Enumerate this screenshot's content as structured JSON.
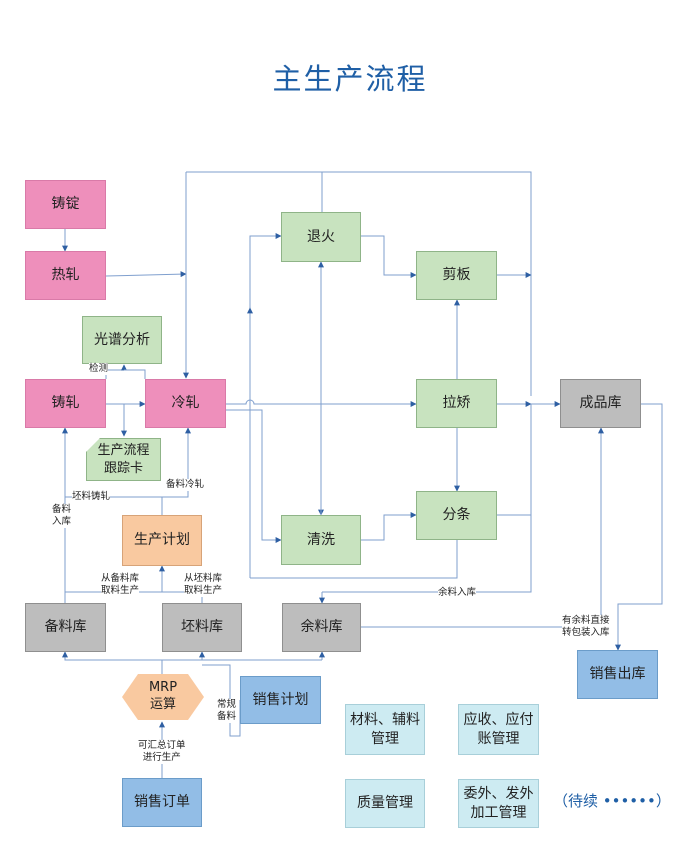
{
  "title": "主生产流程",
  "nodes": {
    "zhuding": "铸锭",
    "rezha": "热轧",
    "guangpu": "光谱分析",
    "zhuzha": "铸轧",
    "lengzha": "冷轧",
    "genzong": "生产流程\n跟踪卡",
    "tuihuo": "退火",
    "jianban": "剪板",
    "lajiao": "拉矫",
    "chengpinku": "成品库",
    "qingxi": "清洗",
    "fentiao": "分条",
    "shengchanjihua": "生产计划",
    "beiliaoku": "备料库",
    "piliaoku": "坯料库",
    "yuliaoku": "余料库",
    "xiaoshouchuku": "销售出库",
    "mrp": "MRP\n运算",
    "xiaoshoujihua": "销售计划",
    "xiaoshoudingdan": "销售订单",
    "cailiao": "材料、辅料\n管理",
    "yingshou": "应收、应付\n账管理",
    "zhiliang": "质量管理",
    "weiwai": "委外、发外\n加工管理"
  },
  "labels": {
    "jiance": "检测",
    "beiliaolengzha": "备料冷轧",
    "piliaozhuzha": "坯料铸轧",
    "beiliaoruku": "备料\n入库",
    "congbeiliaoku": "从备料库\n取料生产",
    "congpiliaoku": "从坯料库\n取料生产",
    "yuliaoruku": "余料入库",
    "youyuliao": "有余料直接\n转包装入库",
    "changgui": "常规\n备料",
    "kehuizong": "可汇总订单\n进行生产"
  },
  "to_be_continued": "（待续 ••••••）"
}
